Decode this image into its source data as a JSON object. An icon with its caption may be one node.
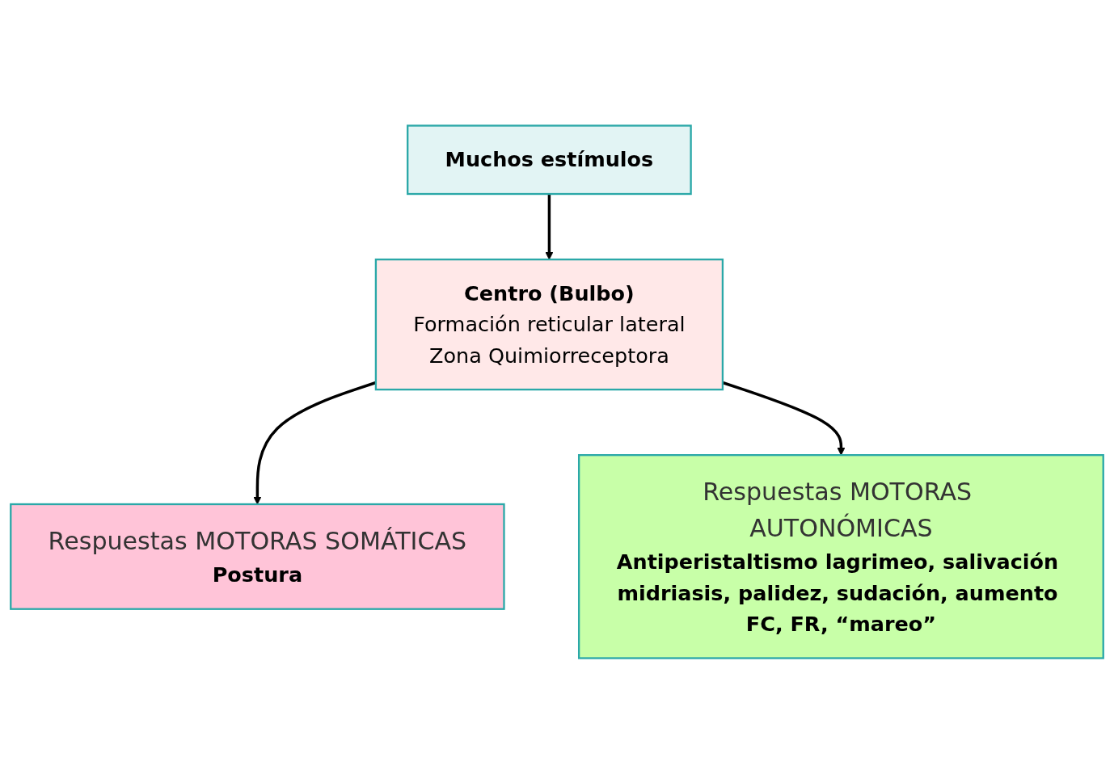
{
  "diagram": {
    "nodes": [
      {
        "text": [
          "Muchos estímulos"
        ]
      },
      {
        "text": [
          "Centro (Bulbo)",
          "Formación reticular lateral",
          "Zona Quimiorreceptora"
        ]
      },
      {
        "text": [
          "Respuestas MOTORAS SOMÁTICAS",
          "Postura"
        ]
      },
      {
        "text": [
          "Respuestas MOTORAS AUTONÓMICAS",
          "Antiperistaltismo lagrimeo, salivación midriasis, palidez, sudación, aumento FC, FR, “mareo”"
        ]
      }
    ],
    "edges": [
      {
        "from": 0,
        "to": 1,
        "arrow": "to"
      },
      {
        "from": 1,
        "to": 2,
        "arrow": "to"
      },
      {
        "from": 1,
        "to": 3,
        "arrow": "to"
      }
    ]
  }
}
